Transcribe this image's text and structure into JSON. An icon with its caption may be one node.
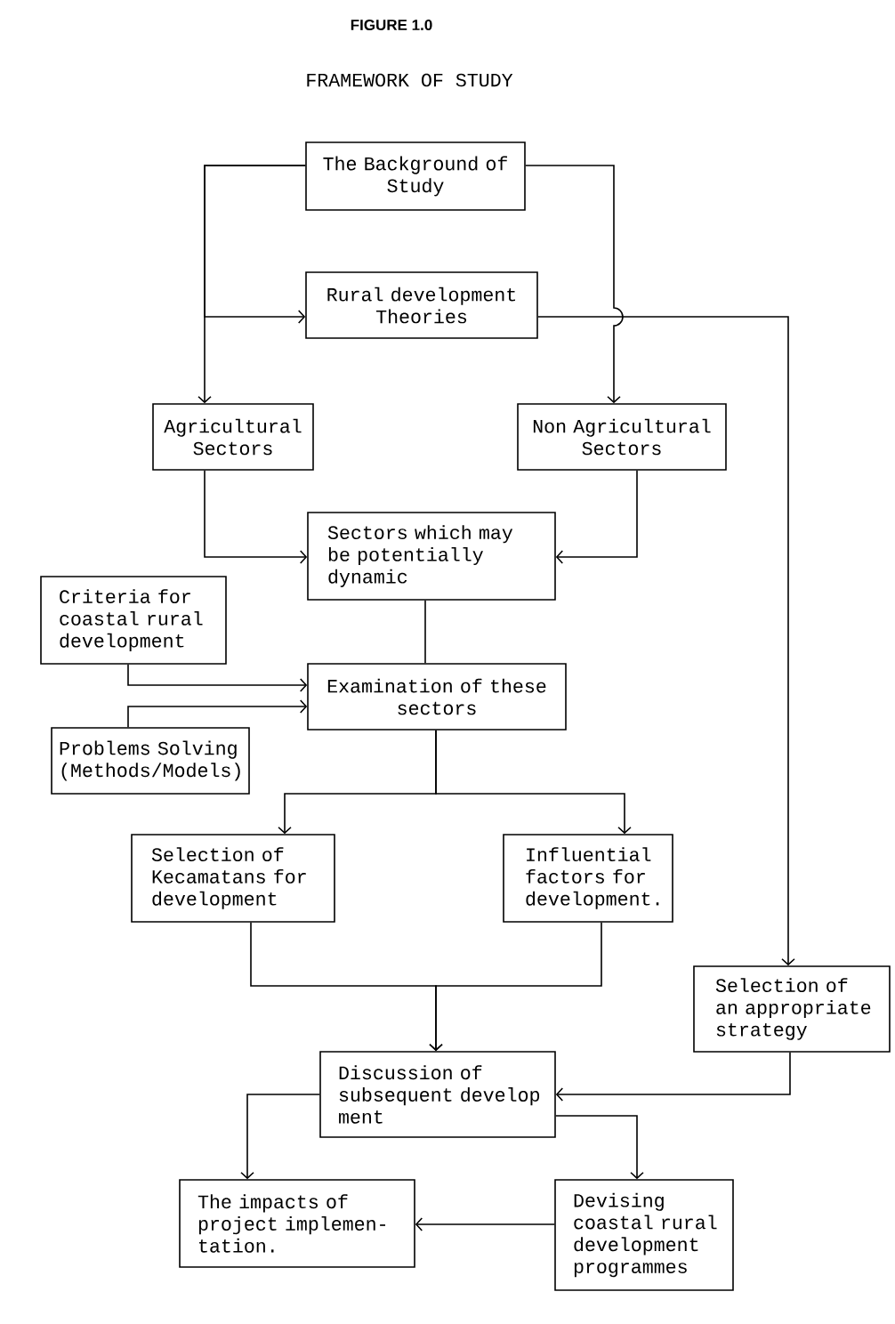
{
  "diagram": {
    "title": "FRAMEWORK OF STUDY",
    "nodes": [
      {
        "text": [
          "The Background of Study"
        ]
      },
      {
        "text": [
          "Rural development Theories"
        ]
      },
      {
        "text": [
          "Agricultural Sectors"
        ]
      },
      {
        "text": [
          "Non Agricultural Sectors"
        ]
      },
      {
        "text": [
          "Sectors which may be potentially dynamic"
        ]
      },
      {
        "text": [
          "Criteria for coastal rural development"
        ]
      },
      {
        "text": [
          "Examination of these sectors"
        ]
      },
      {
        "text": [
          "Problems Solving (Methods/Models)"
        ]
      },
      {
        "text": [
          "Selection of Kecamatans for development"
        ]
      },
      {
        "text": [
          "Influential factors for development."
        ]
      },
      {
        "text": [
          "Selection of an appropriate strategy"
        ]
      },
      {
        "text": [
          "Discussion of subsequent develop ment"
        ]
      },
      {
        "text": [
          "The impacts of project implemen- tation."
        ]
      },
      {
        "text": [
          "Devising coastal rural development programmes"
        ]
      }
    ],
    "edges": [
      {
        "from": 0,
        "to": 2,
        "arrow": "to"
      },
      {
        "from": 0,
        "to": 1,
        "arrow": "to"
      },
      {
        "from": 0,
        "to": 3,
        "arrow": "to"
      },
      {
        "from": 1,
        "to": 10,
        "arrow": "to"
      },
      {
        "from": 2,
        "to": 4,
        "arrow": "to"
      },
      {
        "from": 3,
        "to": 4,
        "arrow": "to"
      },
      {
        "from": 4,
        "to": 6,
        "arrow": "none"
      },
      {
        "from": 5,
        "to": 6,
        "arrow": "to"
      },
      {
        "from": 7,
        "to": 6,
        "arrow": "to"
      },
      {
        "from": 6,
        "to": 8,
        "arrow": "to"
      },
      {
        "from": 6,
        "to": 9,
        "arrow": "to"
      },
      {
        "from": 8,
        "to": 11,
        "arrow": "to"
      },
      {
        "from": 9,
        "to": 11,
        "arrow": "to"
      },
      {
        "from": 10,
        "to": 11,
        "arrow": "to"
      },
      {
        "from": 11,
        "to": 12,
        "arrow": "to"
      },
      {
        "from": 11,
        "to": 13,
        "arrow": "to"
      },
      {
        "from": 13,
        "to": 12,
        "arrow": "to"
      }
    ],
    "labels": [
      "FIGURE 1.0"
    ]
  }
}
